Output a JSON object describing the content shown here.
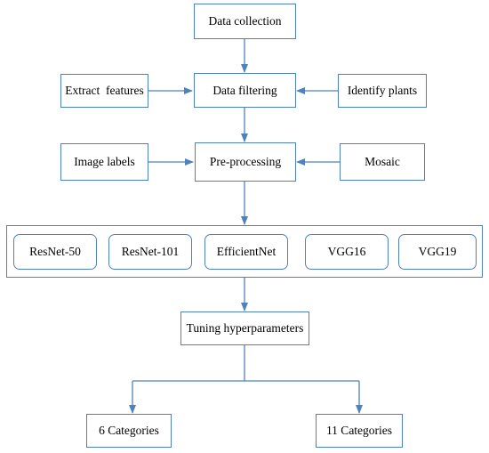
{
  "nodes": {
    "data_collection": "Data collection",
    "extract_features": "Extract  features",
    "data_filtering": "Data filtering",
    "identify_plants": "Identify plants",
    "image_labels": "Image labels",
    "pre_processing": "Pre-processing",
    "mosaic": "Mosaic",
    "resnet50": "ResNet-50",
    "resnet101": "ResNet-101",
    "efficientnet": "EfficientNet",
    "vgg16": "VGG16",
    "vgg19": "VGG19",
    "tuning": "Tuning hyperparameters",
    "cat6": "6 Categories",
    "cat11": "11 Categories"
  },
  "colors": {
    "line": "#4f81bd",
    "text": "#000000",
    "background": "#ffffff"
  }
}
